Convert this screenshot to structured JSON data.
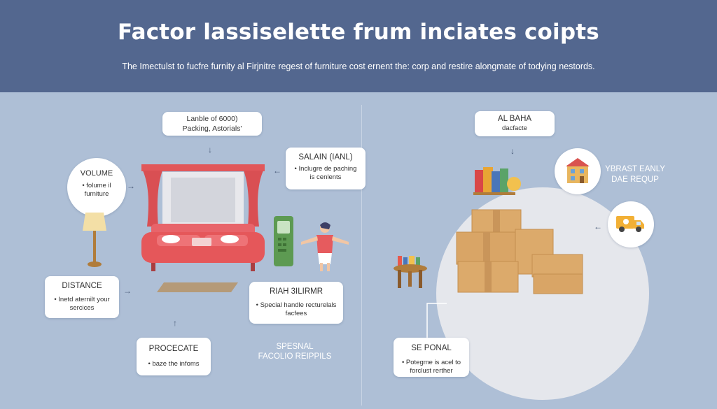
{
  "header": {
    "title": "Factor lassiselette frum inciates coipts",
    "subtitle": "The Imectulst to fucfre furnity al Firjnitre regest of furniture cost ernent the: corp and restire alongmate of todying nestords."
  },
  "left": {
    "top_card": {
      "line1": "Lanble of 6000)",
      "line2": "Packing, Astorials'"
    },
    "volume": {
      "heading": "VOLUME",
      "text": "• folume il furniture"
    },
    "salain": {
      "heading": "SALAIN (IANL)",
      "text": "• Inclugre de paching is cenlents"
    },
    "distance": {
      "heading": "DISTANCE",
      "text": "• Inetd aternilt your sercices"
    },
    "riah": {
      "heading": "RIAH 3ILIRMR",
      "text": "• Special handle recturelals facfees"
    },
    "procecate": {
      "heading": "PROCECATE",
      "text": "• baze the infoms"
    },
    "special_label": {
      "line1": "SPESNAL",
      "line2": "FACOLIO REIPPILS"
    }
  },
  "right": {
    "top_card": {
      "heading": "AL BAHA",
      "text": "dacfacte"
    },
    "ybrast": {
      "line1": "YBRAST EANLY",
      "line2": "DAE REQUP"
    },
    "se_ponal": {
      "heading": "SE PONAL",
      "text": "• Potegme is acel to forclust rerther"
    }
  },
  "colors": {
    "header_bg": "#53678f",
    "page_bg": "#aebfd6",
    "sofa": "#e5575a",
    "box": "#d9a566",
    "device": "#5d9a52"
  },
  "icons": [
    "arrow-down-icon",
    "arrow-left-icon",
    "arrow-right-icon",
    "arrow-up-icon",
    "floor-lamp-icon",
    "sofa-window-icon",
    "phone-device-icon",
    "person-icon",
    "rug-icon",
    "moving-boxes-icon",
    "stool-icon",
    "books-icon",
    "building-icon",
    "delivery-truck-icon"
  ]
}
